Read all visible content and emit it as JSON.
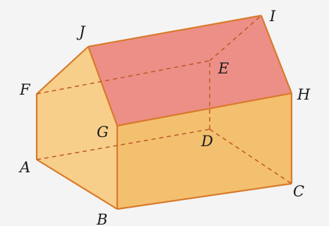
{
  "colors": {
    "background": "#f4f4f4",
    "roof_fill": "#ec8f86",
    "front_fill": "#f3c070",
    "side_fill": "#f6c97e",
    "gable_fill": "#f7cf8a",
    "edge": "#d97a2a",
    "hidden_edge": "#c0562a"
  },
  "vertices": {
    "A": "A",
    "B": "B",
    "C": "C",
    "D": "D",
    "E": "E",
    "F": "F",
    "G": "G",
    "H": "H",
    "I": "I",
    "J": "J"
  }
}
